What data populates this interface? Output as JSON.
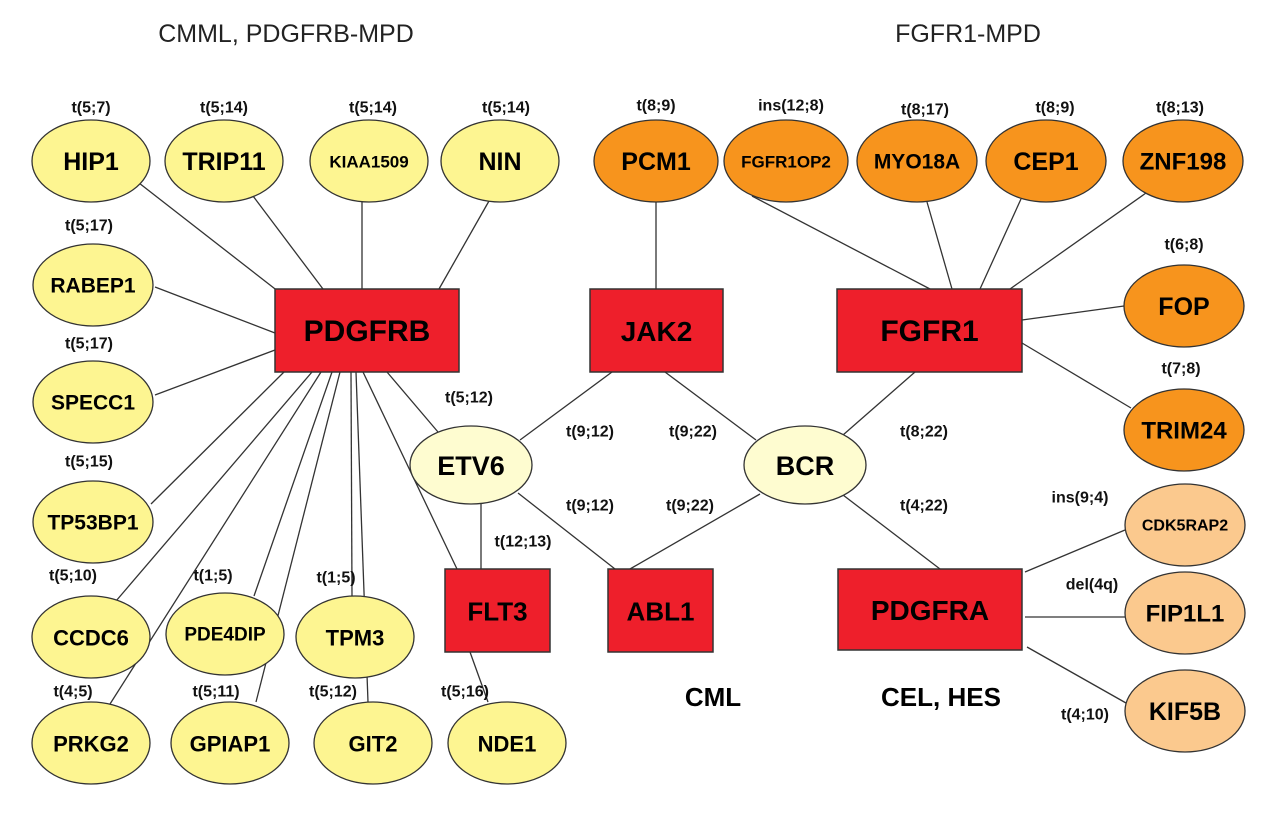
{
  "titles": {
    "left": "CMML, PDGFRB-MPD",
    "right": "FGFR1-MPD"
  },
  "colors": {
    "kinase": "#ee1f2b",
    "pdgfrb_partner": "#fdf591",
    "fgfr1_partner": "#f7941d",
    "pdgfra_partner": "#fbc98e",
    "shared_partner": "#fefcd0",
    "edge": "#333333"
  },
  "kinases": [
    {
      "id": "PDGFRB",
      "label": "PDGFRB"
    },
    {
      "id": "JAK2",
      "label": "JAK2"
    },
    {
      "id": "FGFR1",
      "label": "FGFR1"
    },
    {
      "id": "FLT3",
      "label": "FLT3"
    },
    {
      "id": "ABL1",
      "label": "ABL1"
    },
    {
      "id": "PDGFRA",
      "label": "PDGFRA"
    }
  ],
  "partners": [
    {
      "id": "HIP1",
      "label": "HIP1",
      "group": "pdgfrb_partner",
      "translocation": "t(5;7)"
    },
    {
      "id": "TRIP11",
      "label": "TRIP11",
      "group": "pdgfrb_partner",
      "translocation": "t(5;14)"
    },
    {
      "id": "KIAA1509",
      "label": "KIAA1509",
      "group": "pdgfrb_partner",
      "translocation": "t(5;14)"
    },
    {
      "id": "NIN",
      "label": "NIN",
      "group": "pdgfrb_partner",
      "translocation": "t(5;14)"
    },
    {
      "id": "RABEP1",
      "label": "RABEP1",
      "group": "pdgfrb_partner",
      "translocation": "t(5;17)"
    },
    {
      "id": "SPECC1",
      "label": "SPECC1",
      "group": "pdgfrb_partner",
      "translocation": "t(5;17)"
    },
    {
      "id": "TP53BP1",
      "label": "TP53BP1",
      "group": "pdgfrb_partner",
      "translocation": "t(5;15)"
    },
    {
      "id": "CCDC6",
      "label": "CCDC6",
      "group": "pdgfrb_partner",
      "translocation": "t(5;10)"
    },
    {
      "id": "PDE4DIP",
      "label": "PDE4DIP",
      "group": "pdgfrb_partner",
      "translocation": "t(1;5)"
    },
    {
      "id": "TPM3",
      "label": "TPM3",
      "group": "pdgfrb_partner",
      "translocation": "t(1;5)"
    },
    {
      "id": "PRKG2",
      "label": "PRKG2",
      "group": "pdgfrb_partner",
      "translocation": "t(4;5)"
    },
    {
      "id": "GPIAP1",
      "label": "GPIAP1",
      "group": "pdgfrb_partner",
      "translocation": "t(5;11)"
    },
    {
      "id": "GIT2",
      "label": "GIT2",
      "group": "pdgfrb_partner",
      "translocation": "t(5;12)"
    },
    {
      "id": "NDE1",
      "label": "NDE1",
      "group": "pdgfrb_partner",
      "translocation": "t(5;16)"
    },
    {
      "id": "PCM1",
      "label": "PCM1",
      "group": "fgfr1_partner",
      "translocation": "t(8;9)"
    },
    {
      "id": "FGFR1OP2",
      "label": "FGFR1OP2",
      "group": "fgfr1_partner",
      "translocation": "ins(12;8)"
    },
    {
      "id": "MYO18A",
      "label": "MYO18A",
      "group": "fgfr1_partner",
      "translocation": "t(8;17)"
    },
    {
      "id": "CEP1",
      "label": "CEP1",
      "group": "fgfr1_partner",
      "translocation": "t(8;9)"
    },
    {
      "id": "ZNF198",
      "label": "ZNF198",
      "group": "fgfr1_partner",
      "translocation": "t(8;13)"
    },
    {
      "id": "FOP",
      "label": "FOP",
      "group": "fgfr1_partner",
      "translocation": "t(6;8)"
    },
    {
      "id": "TRIM24",
      "label": "TRIM24",
      "group": "fgfr1_partner",
      "translocation": "t(7;8)"
    },
    {
      "id": "CDK5RAP2",
      "label": "CDK5RAP2",
      "group": "pdgfra_partner",
      "translocation": "ins(9;4)"
    },
    {
      "id": "FIP1L1",
      "label": "FIP1L1",
      "group": "pdgfra_partner",
      "translocation": "del(4q)"
    },
    {
      "id": "KIF5B",
      "label": "KIF5B",
      "group": "pdgfra_partner",
      "translocation": "t(4;10)"
    },
    {
      "id": "ETV6",
      "label": "ETV6",
      "group": "shared_partner"
    },
    {
      "id": "BCR",
      "label": "BCR",
      "group": "shared_partner"
    }
  ],
  "edges": [
    {
      "from": "PDGFRB",
      "to": "HIP1"
    },
    {
      "from": "PDGFRB",
      "to": "TRIP11"
    },
    {
      "from": "PDGFRB",
      "to": "KIAA1509"
    },
    {
      "from": "PDGFRB",
      "to": "NIN"
    },
    {
      "from": "PDGFRB",
      "to": "RABEP1"
    },
    {
      "from": "PDGFRB",
      "to": "SPECC1"
    },
    {
      "from": "PDGFRB",
      "to": "TP53BP1"
    },
    {
      "from": "PDGFRB",
      "to": "CCDC6"
    },
    {
      "from": "PDGFRB",
      "to": "PRKG2"
    },
    {
      "from": "PDGFRB",
      "to": "PDE4DIP"
    },
    {
      "from": "PDGFRB",
      "to": "GPIAP1"
    },
    {
      "from": "PDGFRB",
      "to": "TPM3"
    },
    {
      "from": "PDGFRB",
      "to": "GIT2"
    },
    {
      "from": "PDGFRB",
      "to": "ETV6",
      "label": "t(5;12)"
    },
    {
      "from": "FLT3",
      "to": "ETV6",
      "label": "t(12;13)"
    },
    {
      "from": "PDGFRB",
      "to": "FLT3"
    },
    {
      "from": "FLT3",
      "to": "NDE1"
    },
    {
      "from": "JAK2",
      "to": "PCM1"
    },
    {
      "from": "JAK2",
      "to": "ETV6",
      "label": "t(9;12)"
    },
    {
      "from": "JAK2",
      "to": "BCR",
      "label": "t(9;22)"
    },
    {
      "from": "ABL1",
      "to": "ETV6",
      "label": "t(9;12)"
    },
    {
      "from": "ABL1",
      "to": "BCR",
      "label": "t(9;22)"
    },
    {
      "from": "FGFR1",
      "to": "FGFR1OP2"
    },
    {
      "from": "FGFR1",
      "to": "MYO18A"
    },
    {
      "from": "FGFR1",
      "to": "CEP1"
    },
    {
      "from": "FGFR1",
      "to": "ZNF198"
    },
    {
      "from": "FGFR1",
      "to": "FOP"
    },
    {
      "from": "FGFR1",
      "to": "TRIM24"
    },
    {
      "from": "FGFR1",
      "to": "BCR",
      "label": "t(8;22)"
    },
    {
      "from": "PDGFRA",
      "to": "BCR",
      "label": "t(4;22)"
    },
    {
      "from": "PDGFRA",
      "to": "CDK5RAP2"
    },
    {
      "from": "PDGFRA",
      "to": "FIP1L1"
    },
    {
      "from": "PDGFRA",
      "to": "KIF5B"
    }
  ],
  "disease_labels": [
    {
      "id": "CML",
      "label": "CML"
    },
    {
      "id": "CEL_HES",
      "label": "CEL, HES"
    }
  ]
}
